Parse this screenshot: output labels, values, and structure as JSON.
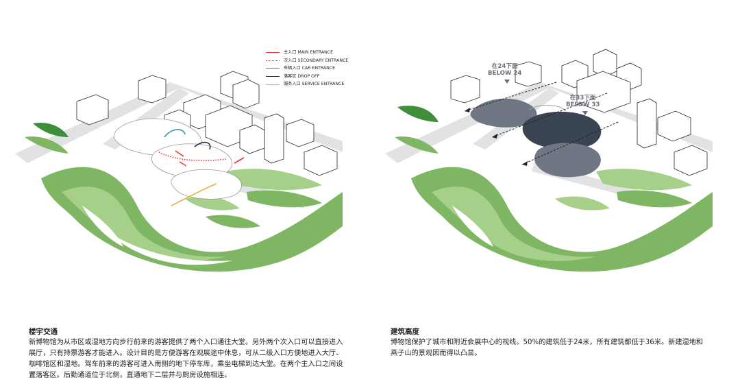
{
  "legend": {
    "items": [
      {
        "label": "主入口  MAIN ENTRANCE",
        "color": "#e8352f",
        "style": "solid"
      },
      {
        "label": "次入口  SECONDARY ENTRANCE",
        "color": "#e8352f",
        "style": "dotted"
      },
      {
        "label": "车辆入口  CAR ENTRANCE",
        "color": "#3f8fb0",
        "style": "solid"
      },
      {
        "label": "落客区  DROP OFF",
        "color": "#1f2b3a",
        "style": "solid"
      },
      {
        "label": "服务入口  SERVICE ENTRANCE",
        "color": "#e2b43a",
        "style": "solid"
      }
    ]
  },
  "height_labels": {
    "label_24_cn": "在24下面",
    "label_24_en": "BELOW 24",
    "label_33_cn": "在33下面",
    "label_33_en": "BELOW 33"
  },
  "left_caption": {
    "title": "楼宇交通",
    "body": "新博物馆为从市区或湿地方向步行前来的游客提供了两个入口通往大堂。另外两个次入口可以直接进入展厅，只有持票游客才能进入。设计目的是方便游客在观展途中休息，可从二级入口方便地进入大厅、咖啡馆区和湿地。驾车前来的游客可进入南侧的地下停车库，乘坐电梯到达大堂。在两个主入口之间设置落客区。后勤通道位于北侧，直通地下二层并与厨房设施相连。"
  },
  "right_caption": {
    "title": "建筑高度",
    "body": "博物馆保护了城市和附近会展中心的视线。50%的建筑低于24米，所有建筑都低于36米。新建湿地和燕子山的景观因而得以凸显。"
  },
  "colors": {
    "green_light": "#a6cf8a",
    "green_mid": "#7fb663",
    "green_dark": "#3f8f3a",
    "road": "#e1e2e3",
    "building_dark": "#3b4452",
    "building_mid": "#6f7684"
  }
}
